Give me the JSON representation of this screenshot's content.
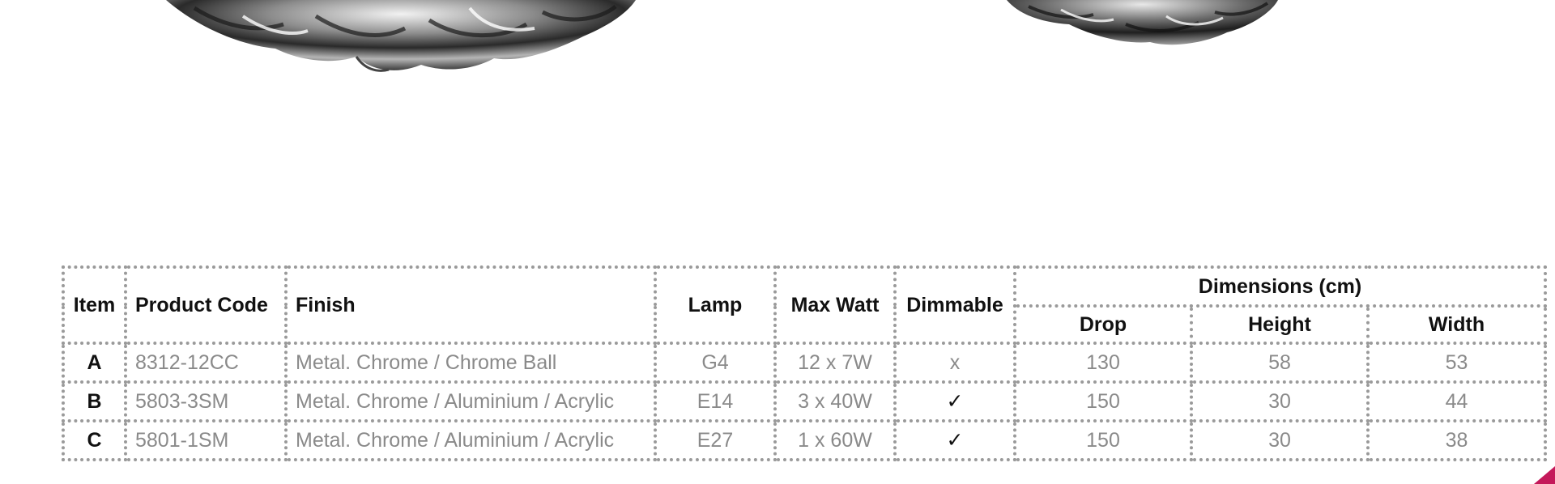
{
  "colors": {
    "accent": "#c4195a",
    "table_border": "#9a9a9a",
    "value_text": "#8a8a8a"
  },
  "table": {
    "headers": {
      "item": "Item",
      "product_code": "Product Code",
      "finish": "Finish",
      "lamp": "Lamp",
      "max_watt": "Max Watt",
      "dimmable": "Dimmable",
      "dimensions": "Dimensions (cm)",
      "drop": "Drop",
      "height": "Height",
      "width": "Width"
    },
    "rows": [
      {
        "item": "A",
        "product_code": "8312-12CC",
        "finish": "Metal. Chrome / Chrome Ball",
        "lamp": "G4",
        "max_watt": "12 x 7W",
        "dimmable": "x",
        "drop": "130",
        "height": "58",
        "width": "53"
      },
      {
        "item": "B",
        "product_code": "5803-3SM",
        "finish": "Metal. Chrome / Aluminium / Acrylic",
        "lamp": "E14",
        "max_watt": "3 x 40W",
        "dimmable": "✓",
        "drop": "150",
        "height": "30",
        "width": "44"
      },
      {
        "item": "C",
        "product_code": "5801-1SM",
        "finish": "Metal. Chrome / Aluminium / Acrylic",
        "lamp": "E27",
        "max_watt": "1 x 60W",
        "dimmable": "✓",
        "drop": "150",
        "height": "30",
        "width": "38"
      }
    ]
  }
}
